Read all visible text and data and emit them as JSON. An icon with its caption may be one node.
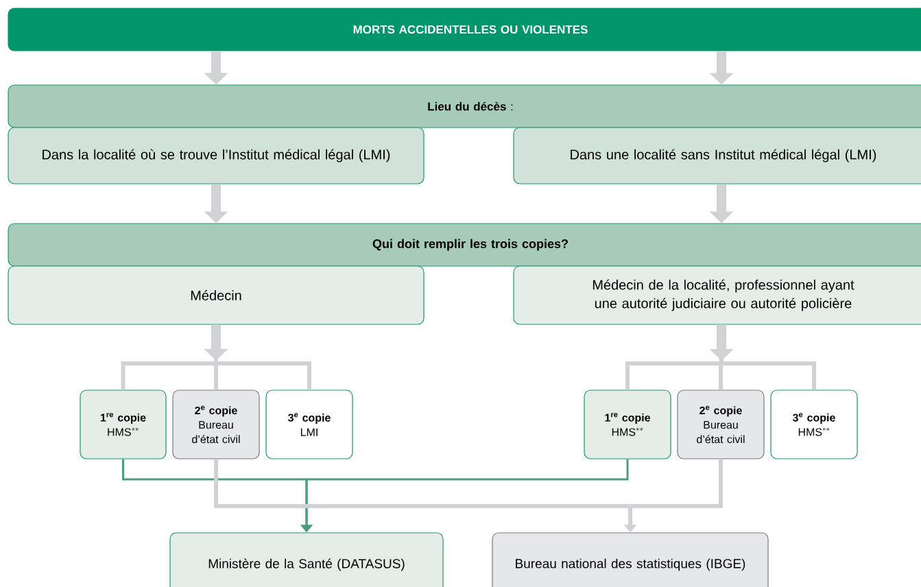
{
  "diagram": {
    "nodes": [
      {
        "text": [
          "MORTS ACCIDENTELLES OU VIOLENTES"
        ]
      },
      {
        "text": [
          "**Lieu du décès** :"
        ]
      },
      {
        "text": [
          "Dans la localité où se trouve l’Institut médical légal (LMI)"
        ]
      },
      {
        "text": [
          "Dans une localité sans Institut médical légal (LMI)"
        ]
      },
      {
        "text": [
          "Qui doit remplir les trois copies?"
        ]
      },
      {
        "text": [
          "Médecin"
        ]
      },
      {
        "text": [
          "Médecin de la localité, professionnel ayant une autorité judiciaire ou autorité policière"
        ]
      },
      {
        "text": [
          "\\mathbf{1^{re}\\ copie}",
          "\\mathrm{HMS}^{**}"
        ]
      },
      {
        "text": [
          "\\mathbf{2^{e}\\ copie}",
          "Bureau d’état civil"
        ]
      },
      {
        "text": [
          "\\mathbf{3^{e}\\ copie}",
          "LMI"
        ]
      },
      {
        "text": [
          "\\mathbf{1^{re}\\ copie}",
          "\\mathrm{HMS}^{**}"
        ]
      },
      {
        "text": [
          "\\mathbf{2^{e}\\ copie}",
          "Bureau d’état civil"
        ]
      },
      {
        "text": [
          "\\mathbf{3^{e}\\ copie}",
          "\\mathrm{HMS}^{**}"
        ]
      },
      {
        "text": [
          "Ministère de la Santé (DATASUS)"
        ]
      },
      {
        "text": [
          "Bureau national des statistiques (IBGE)"
        ]
      }
    ],
    "edges": [
      {
        "from": 0,
        "to": 1,
        "arrow": "to",
        "style": "thick"
      },
      {
        "from": 0,
        "to": 1,
        "arrow": "to",
        "style": "thick"
      },
      {
        "from": 2,
        "to": 4,
        "arrow": "to",
        "style": "thick"
      },
      {
        "from": 3,
        "to": 4,
        "arrow": "to",
        "style": "thick"
      },
      {
        "from": 5,
        "to": null,
        "arrow": "to",
        "style": "thick"
      },
      {
        "from": 5,
        "to": 7,
        "arrow": "none"
      },
      {
        "from": 5,
        "to": 8,
        "arrow": "none"
      },
      {
        "from": 5,
        "to": 9,
        "arrow": "none"
      },
      {
        "from": 6,
        "to": null,
        "arrow": "to",
        "style": "thick"
      },
      {
        "from": 6,
        "to": 10,
        "arrow": "none"
      },
      {
        "from": 6,
        "to": 11,
        "arrow": "none"
      },
      {
        "from": 6,
        "to": 12,
        "arrow": "none"
      },
      {
        "from": 7,
        "to": 13,
        "arrow": "to",
        "color": "#4a9e7d"
      },
      {
        "from": 10,
        "to": 13,
        "arrow": "to",
        "color": "#4a9e7d"
      },
      {
        "from": 8,
        "to": 14,
        "arrow": "to"
      },
      {
        "from": 11,
        "to": 14,
        "arrow": "to"
      }
    ]
  }
}
